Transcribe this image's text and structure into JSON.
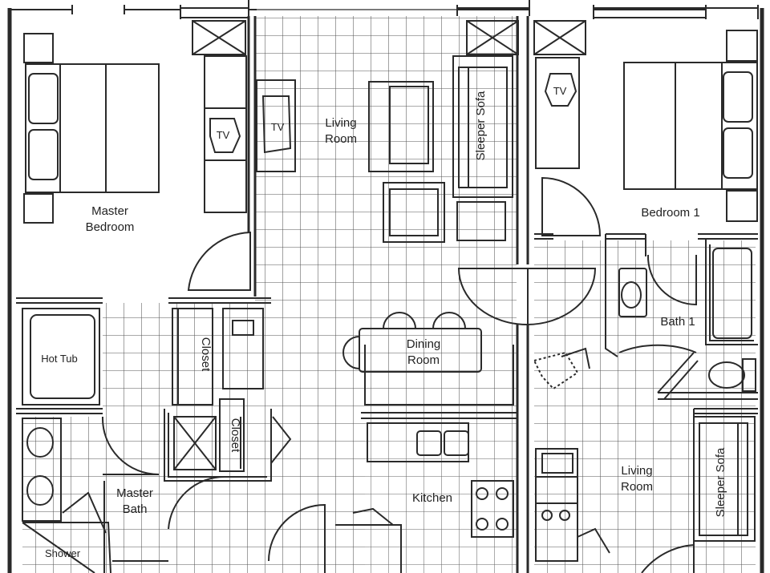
{
  "labels": {
    "master_bedroom_1": "Master",
    "master_bedroom_2": "Bedroom",
    "living_room_top_1": "Living",
    "living_room_top_2": "Room",
    "sleeper_sofa_top": "Sleeper Sofa",
    "bedroom_1": "Bedroom 1",
    "hot_tub": "Hot Tub",
    "closet_1": "Closet",
    "closet_2": "Closet",
    "dining_1": "Dining",
    "dining_2": "Room",
    "bath_1": "Bath 1",
    "master_bath_1": "Master",
    "master_bath_2": "Bath",
    "kitchen": "Kitchen",
    "living_room_bottom_1": "Living",
    "living_room_bottom_2": "Room",
    "sleeper_sofa_bottom": "Sleeper Sofa",
    "shower": "Shower",
    "tv_master": "TV",
    "tv_living": "TV",
    "tv_bedroom1": "TV"
  },
  "colors": {
    "line": "#2a2a2a",
    "grid": "#555555",
    "background": "#ffffff"
  }
}
